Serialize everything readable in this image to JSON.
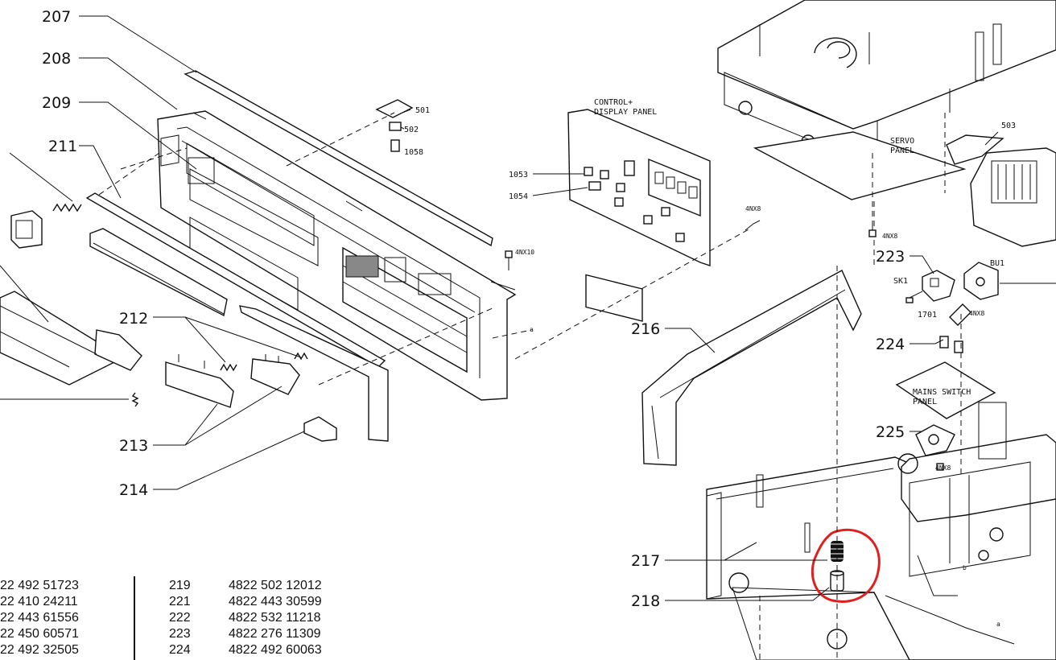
{
  "diagram": {
    "callouts": {
      "c207": "207",
      "c208": "208",
      "c209": "209",
      "c211": "211",
      "c212": "212",
      "c213": "213",
      "c214": "214",
      "c216": "216",
      "c217": "217",
      "c218": "218",
      "c223": "223",
      "c224": "224",
      "c225": "225"
    },
    "labels": {
      "control_panel_line1": "CONTROL+",
      "control_panel_line2": "DISPLAY PANEL",
      "servo_line1": "SERVO",
      "servo_line2": "PANEL",
      "mains_line1": "MAINS SWITCH",
      "mains_line2": "PANEL",
      "p501": "501",
      "p502": "502",
      "p1058": "1058",
      "p1053": "1053",
      "p1054": "1054",
      "p503": "503",
      "sk1": "SK1",
      "bu1": "BU1",
      "p1701": "1701",
      "s4nx8_a": "4NX8",
      "s4nx10": "4NX10",
      "s4nx8_b": "4NX8",
      "s4nx8_c": "4NX8",
      "s4nx8_d": "4NX8",
      "a1": "a",
      "a2": "a",
      "b1": "b"
    },
    "highlight_color": "#e0201c"
  },
  "parts_table": {
    "left": [
      {
        "code": "22 492 51723"
      },
      {
        "code": "22 410 24211"
      },
      {
        "code": "22 443 61556"
      },
      {
        "code": "22 450 60571"
      },
      {
        "code": "22 492 32505"
      }
    ],
    "right": [
      {
        "pos": "219",
        "code": "4822 502 12012"
      },
      {
        "pos": "221",
        "code": "4822 443 30599"
      },
      {
        "pos": "222",
        "code": "4822 532 11218"
      },
      {
        "pos": "223",
        "code": "4822 276 11309"
      },
      {
        "pos": "224",
        "code": "4822 492 60063"
      }
    ]
  }
}
